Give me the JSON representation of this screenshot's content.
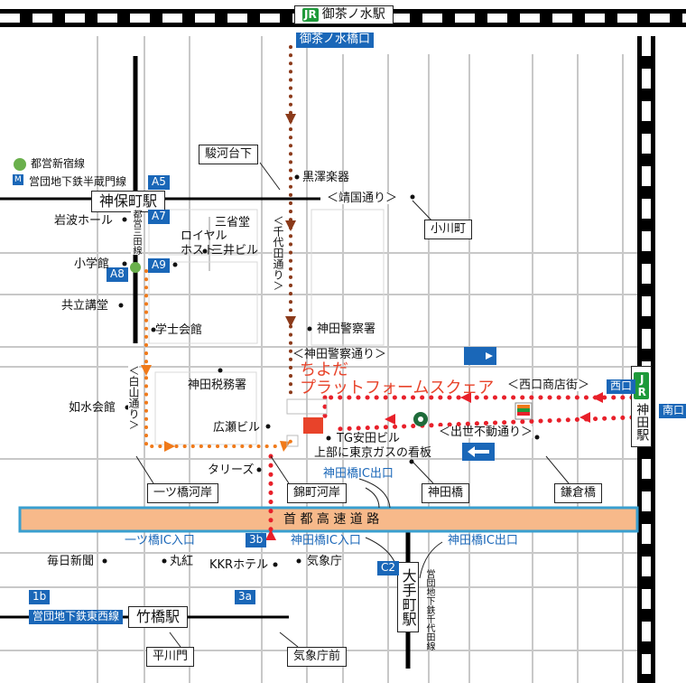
{
  "stations": {
    "ochanomizu": "御茶ノ水駅",
    "ochanomizu_bridge_exit": "御茶ノ水橋口",
    "jinbocho": "神保町駅",
    "kanda": "神田駅",
    "kanda_west_exit": "西口",
    "kanda_south_exit": "南口",
    "takebashi": "竹橋駅",
    "otemachi": "大手町駅",
    "jr_mark": "JR"
  },
  "subway_legend": {
    "toei_shinjuku": "都営新宿線",
    "hanzomon": "営団地下鉄半蔵門線",
    "tozai": "営団地下鉄東西線",
    "chiyoda": "営団地下鉄千代田線",
    "mita": "都営三田線"
  },
  "exits": {
    "a5": "A5",
    "a7": "A7",
    "a8": "A8",
    "a9": "A9",
    "b3": "3b",
    "a3": "3a",
    "b1": "1b",
    "c2": "C2"
  },
  "streets": {
    "yasukuni": "＜靖国通り＞",
    "chiyoda": "＜千代田通り＞",
    "kanda_police": "＜神田警察通り＞",
    "nishiguchi_shotengai": "＜西口商店街＞",
    "shusse_fudo": "＜出世不動通り＞",
    "hakusan": "＜白山通り＞",
    "expressway": "首 都 高 速 道 路"
  },
  "boxed_labels": {
    "surugadaishita": "駿河台下",
    "ogawamachi": "小川町",
    "hitotsubashi_kagan": "一ツ橋河岸",
    "nishikicho_kagan": "錦町河岸",
    "kandabashi": "神田橋",
    "kamakurabashi": "鎌倉橋",
    "hirakawamon": "平川門",
    "kishocho_mae": "気象庁前"
  },
  "landmarks": {
    "kurosawa": "黒澤楽器",
    "iwanami": "岩波ホール",
    "sanseido": "三省堂",
    "royal_hotel_1": "ロイヤル",
    "royal_hotel_2": "ホスト",
    "mitsui": "三井ビル",
    "shogakukan": "小学館",
    "kyoritsu": "共立講堂",
    "gakushi": "学士会館",
    "kanda_police": "神田警察署",
    "kanda_tax": "神田税務署",
    "josui": "如水会館",
    "hirose": "広瀬ビル",
    "tg_yasuda": "TG安田ビル",
    "tokyo_gas_sign": "上部に東京ガスの看板",
    "taries": "タリーズ",
    "mainichi": "毎日新聞",
    "marubeni": "丸紅",
    "kkr": "KKRホテル",
    "kishocho": "気象庁"
  },
  "destination": {
    "line1": "ちよだ",
    "line2": "プラットフォームスクェア"
  },
  "ic_labels": {
    "kandabashi_out": "神田橋IC出口",
    "hitotsubashi_in": "一ツ橋IC入口",
    "kandabashi_in": "神田橋IC入口",
    "kandabashi_out2": "神田橋IC出口"
  },
  "colors": {
    "route_brown": "#8b3a1a",
    "route_orange": "#f07a1a",
    "route_red": "#e8202a",
    "badge_blue": "#1a67b8",
    "expressway_fill": "#f7b98a",
    "expressway_edge": "#3a9fcf",
    "jr_green": "#1e9a3a",
    "target": "#e8432a"
  }
}
